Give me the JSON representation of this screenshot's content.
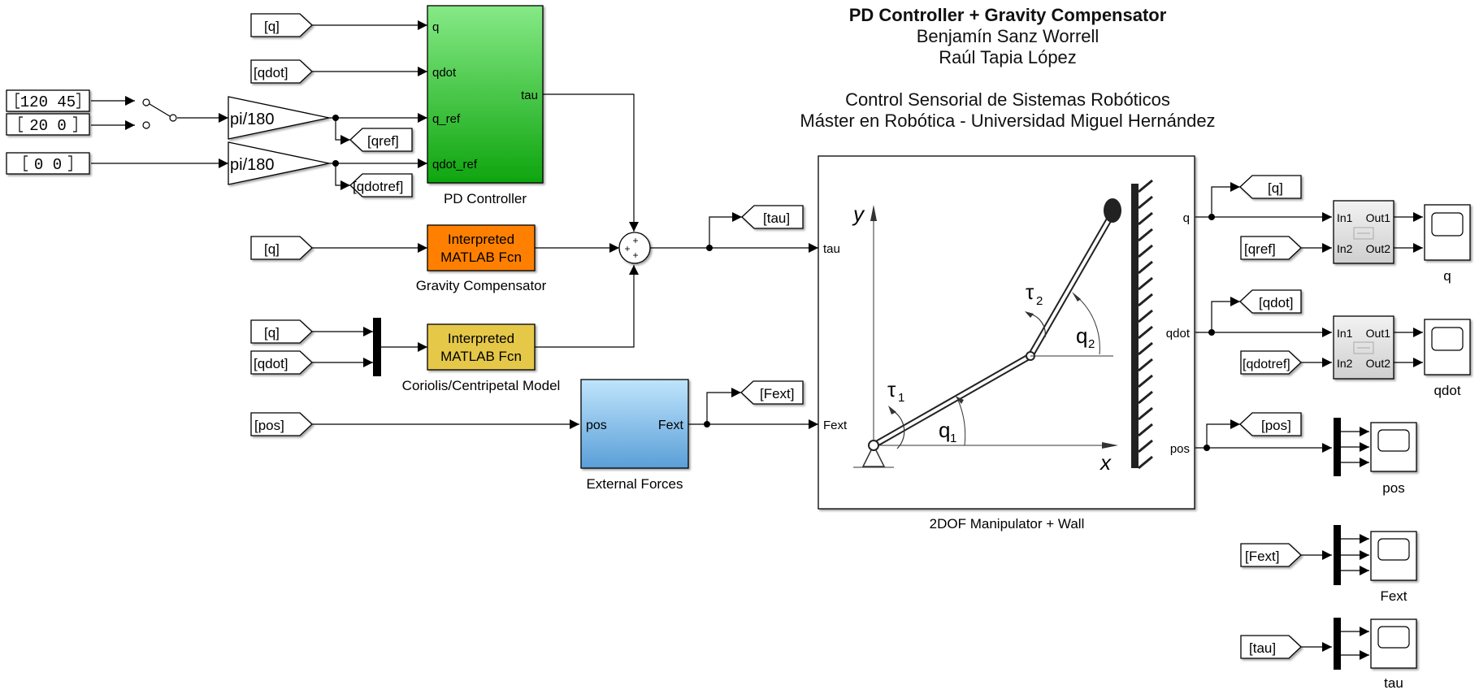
{
  "header": {
    "title": "PD Controller + Gravity Compensator",
    "author1": "Benjamín Sanz Worrell",
    "author2": "Raúl Tapia López",
    "course": "Control Sensorial de Sistemas Robóticos",
    "program": "Máster en Robótica - Universidad Miguel Hernández"
  },
  "constants": {
    "c1": "120 45",
    "c2": "20 0",
    "c3": "0 0"
  },
  "gains": {
    "g1": "pi/180",
    "g2": "pi/180"
  },
  "from_tags": {
    "q1": "[q]",
    "qdot1": "[qdot]",
    "q2": "[q]",
    "q3": "[q]",
    "qdot2": "[qdot]",
    "pos": "[pos]",
    "qref": "[qref]",
    "qdotref": "[qdotref]",
    "fext": "[Fext]",
    "tau": "[tau]"
  },
  "goto_tags": {
    "qref": "[qref]",
    "qdotref": "[qdotref]",
    "tau": "[tau]",
    "fext": "[Fext]",
    "q": "[q]",
    "qdot": "[qdot]",
    "pos": "[pos]"
  },
  "pd": {
    "name": "PD Controller",
    "in1": "q",
    "in2": "qdot",
    "in3": "q_ref",
    "in4": "qdot_ref",
    "out": "tau"
  },
  "gravity": {
    "line1": "Interpreted",
    "line2": "MATLAB Fcn",
    "name": "Gravity Compensator"
  },
  "coriolis": {
    "line1": "Interpreted",
    "line2": "MATLAB Fcn",
    "name": "Coriolis/Centripetal Model"
  },
  "external": {
    "name": "External Forces",
    "in": "pos",
    "out": "Fext"
  },
  "manipulator": {
    "name": "2DOF Manipulator + Wall",
    "in1": "tau",
    "in2": "Fext",
    "out1": "q",
    "out2": "qdot",
    "out3": "pos",
    "axis_y": "y",
    "axis_x": "x",
    "tau1": "τ",
    "tau1_sub": "1",
    "tau2": "τ",
    "tau2_sub": "2",
    "q1": "q",
    "q1_sub": "1",
    "q2": "q",
    "q2_sub": "2"
  },
  "subsystem": {
    "in1": "In1",
    "in2": "In2",
    "out1": "Out1",
    "out2": "Out2"
  },
  "scopes": {
    "s1": "q",
    "s2": "qdot",
    "s3": "pos",
    "s4": "Fext",
    "s5": "tau"
  },
  "sum_signs": "+ + +",
  "colors": {
    "pd_top": "#86e986",
    "pd_bottom": "#10a510",
    "gravity": "#ff8000",
    "coriolis": "#e6c84a",
    "external_top": "#bde3fb",
    "external_bottom": "#5a9fd8",
    "subsystem": "#d6d6d6"
  }
}
